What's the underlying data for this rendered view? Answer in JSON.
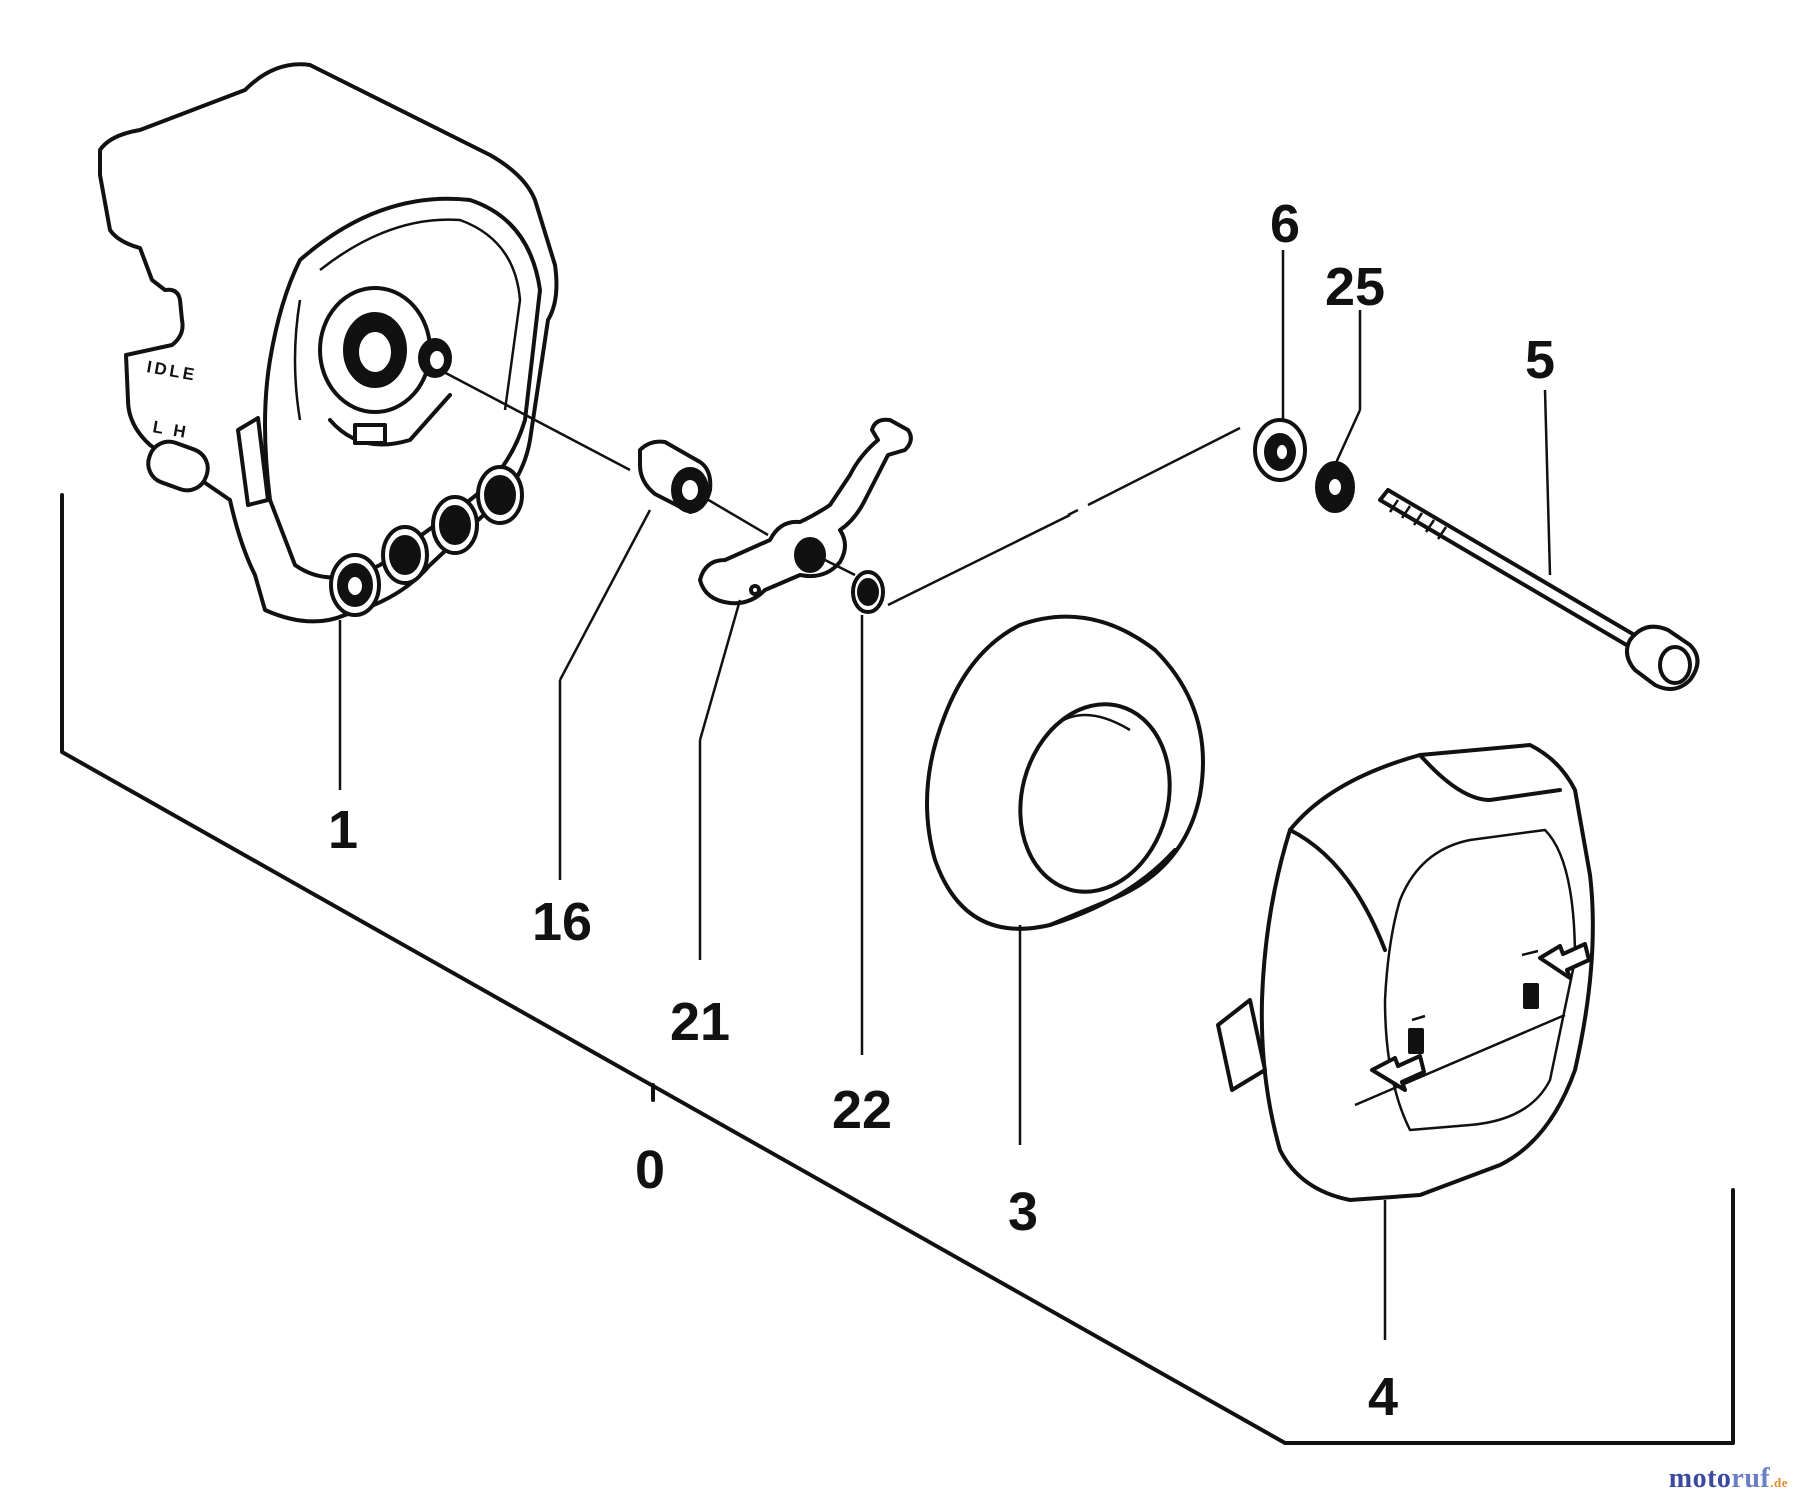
{
  "parts": [
    {
      "label": "0"
    },
    {
      "label": "1"
    },
    {
      "label": "16"
    },
    {
      "label": "21"
    },
    {
      "label": "22"
    },
    {
      "label": "6"
    },
    {
      "label": "25"
    },
    {
      "label": "5"
    },
    {
      "label": "3"
    },
    {
      "label": "4"
    }
  ],
  "housing_markings": {
    "mode": "IDLE",
    "jets": "L H"
  },
  "watermark": {
    "part1": "moto",
    "part2": "ruf",
    "suffix": ".de"
  }
}
